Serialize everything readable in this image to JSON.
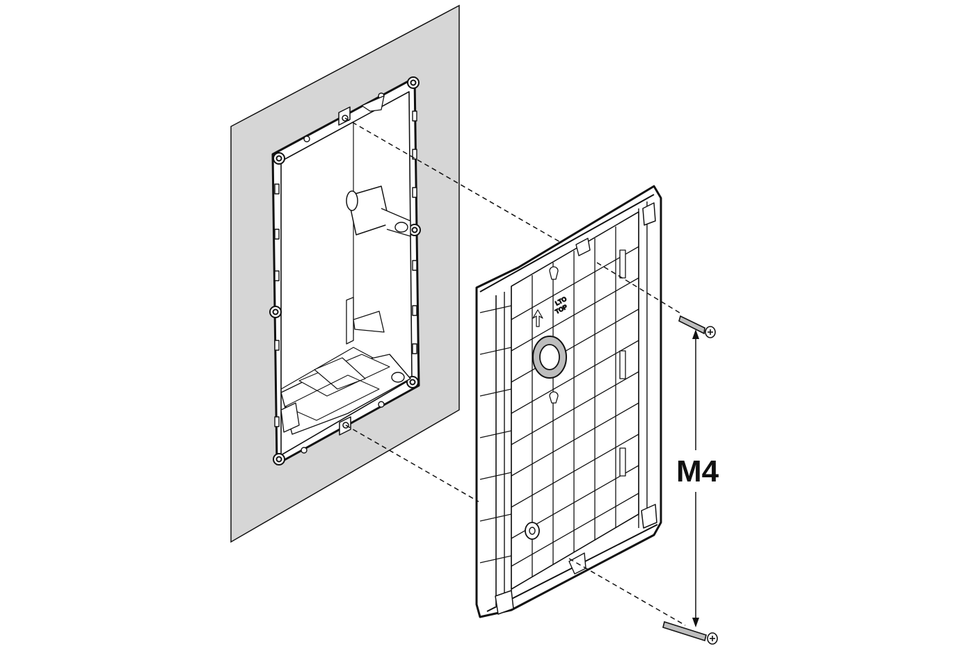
{
  "diagram": {
    "screw_label": "M4",
    "bracket_marking_line1": "LTO",
    "bracket_marking_line2": "TOP",
    "colors": {
      "wall": "#d6d6d6",
      "line": "#111111",
      "plastic": "#ffffff",
      "grommet": "#bdbdbd"
    }
  }
}
